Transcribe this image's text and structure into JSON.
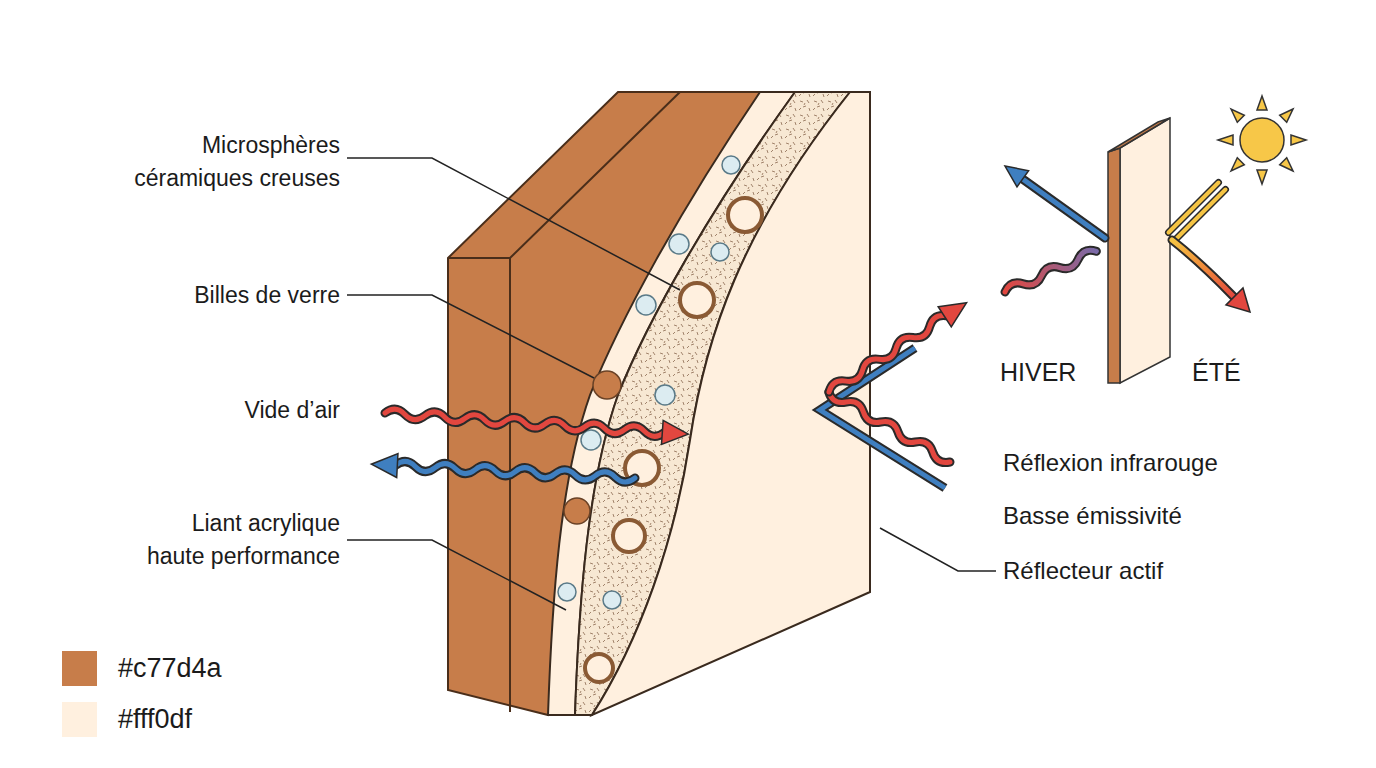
{
  "diagram": {
    "labels": [
      "Microsphères céramiques creuses",
      "Billes de verre",
      "Vide d’air",
      "Liant acrylique haute performance",
      "HIVER",
      "ÉTÉ",
      "Réflexion infrarouge",
      "Basse émissivité",
      "Réflecteur actif"
    ],
    "legend": [
      {
        "text": "#c77d4a",
        "color": "#c77d4a"
      },
      {
        "text": "#fff0df",
        "color": "#fff0df"
      }
    ]
  }
}
